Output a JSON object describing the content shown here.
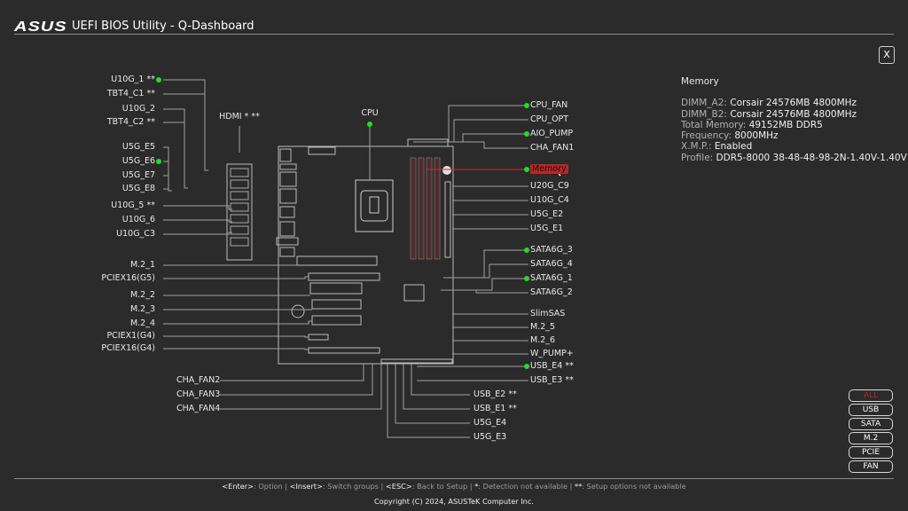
{
  "header": {
    "logo": "ASUS",
    "title": "UEFI BIOS Utility - Q-Dashboard",
    "close_label": "X"
  },
  "info": {
    "title": "Memory",
    "rows": [
      {
        "key": "DIMM_A2: ",
        "value": "Corsair 24576MB 4800MHz"
      },
      {
        "key": "DIMM_B2: ",
        "value": "Corsair 24576MB 4800MHz"
      },
      {
        "key": "Total Memory: ",
        "value": "49152MB DDR5"
      },
      {
        "key": "Frequency: ",
        "value": "8000MHz"
      },
      {
        "key": "X.M.P.: ",
        "value": "Enabled"
      },
      {
        "key": "Profile: ",
        "value": "DDR5-8000 38-48-48-98-2N-1.40V-1.40V"
      }
    ]
  },
  "left_labels": [
    {
      "text": "U10G_1 **",
      "detected": true
    },
    {
      "text": "TBT4_C1 **",
      "detected": false
    },
    {
      "text": "U10G_2",
      "detected": false
    },
    {
      "text": "TBT4_C2 **",
      "detected": false
    },
    {
      "text": "U5G_E5",
      "detected": false
    },
    {
      "text": "U5G_E6",
      "detected": true
    },
    {
      "text": "U5G_E7",
      "detected": false
    },
    {
      "text": "U5G_E8",
      "detected": false
    },
    {
      "text": "U10G_5 **",
      "detected": false
    },
    {
      "text": "U10G_6",
      "detected": false
    },
    {
      "text": "U10G_C3",
      "detected": false
    },
    {
      "text": "M.2_1",
      "detected": false
    },
    {
      "text": "PCIEX16(G5)",
      "detected": false
    },
    {
      "text": "M.2_2",
      "detected": false
    },
    {
      "text": "M.2_3",
      "detected": false
    },
    {
      "text": "M.2_4",
      "detected": false
    },
    {
      "text": "PCIEX1(G4)",
      "detected": false
    },
    {
      "text": "PCIEX16(G4)",
      "detected": false
    }
  ],
  "top_labels": [
    {
      "text": "HDMI * **",
      "detected": false
    },
    {
      "text": "CPU",
      "detected": true
    }
  ],
  "right_labels": [
    {
      "text": "CPU_FAN",
      "detected": true
    },
    {
      "text": "CPU_OPT",
      "detected": false
    },
    {
      "text": "AIO_PUMP",
      "detected": true
    },
    {
      "text": "CHA_FAN1",
      "detected": false
    },
    {
      "text": "Memory",
      "detected": true,
      "selected": true
    },
    {
      "text": "U20G_C9",
      "detected": false
    },
    {
      "text": "U10G_C4",
      "detected": false
    },
    {
      "text": "U5G_E2",
      "detected": false
    },
    {
      "text": "U5G_E1",
      "detected": false
    },
    {
      "text": "SATA6G_3",
      "detected": true
    },
    {
      "text": "SATA6G_4",
      "detected": false
    },
    {
      "text": "SATA6G_1",
      "detected": true
    },
    {
      "text": "SATA6G_2",
      "detected": false
    },
    {
      "text": "SlimSAS",
      "detected": false
    },
    {
      "text": "M.2_5",
      "detected": false
    },
    {
      "text": "M.2_6",
      "detected": false
    },
    {
      "text": "W_PUMP+",
      "detected": false
    },
    {
      "text": "USB_E4 **",
      "detected": true
    },
    {
      "text": "USB_E3 **",
      "detected": false
    }
  ],
  "bottom_left_labels": [
    {
      "text": "CHA_FAN2"
    },
    {
      "text": "CHA_FAN3"
    },
    {
      "text": "CHA_FAN4"
    }
  ],
  "bottom_mid_labels": [
    {
      "text": "USB_E2 **"
    },
    {
      "text": "USB_E1 **"
    },
    {
      "text": "U5G_E4"
    },
    {
      "text": "U5G_E3"
    }
  ],
  "filters": [
    {
      "label": "ALL",
      "active": true
    },
    {
      "label": "USB"
    },
    {
      "label": "SATA"
    },
    {
      "label": "M.2"
    },
    {
      "label": "PCIE"
    },
    {
      "label": "FAN"
    }
  ],
  "footer": {
    "hints": [
      {
        "key": "<Enter>",
        "desc": ": Option"
      },
      {
        "key": "<Insert>",
        "desc": ": Switch groups"
      },
      {
        "key": "<ESC>",
        "desc": ": Back to Setup"
      },
      {
        "key": "*",
        "desc": ": Detection not available"
      },
      {
        "key": "**",
        "desc": ": Setup options not available"
      }
    ],
    "separator": " | ",
    "copyright": "Copyright (C) 2024, ASUSTeK Computer Inc."
  },
  "colors": {
    "background": "#2b2b2b",
    "detected_dot": "#22dd22",
    "selected": "#b02a2a",
    "active_filter": "#c0242a",
    "lines": "#a0a0a0"
  }
}
